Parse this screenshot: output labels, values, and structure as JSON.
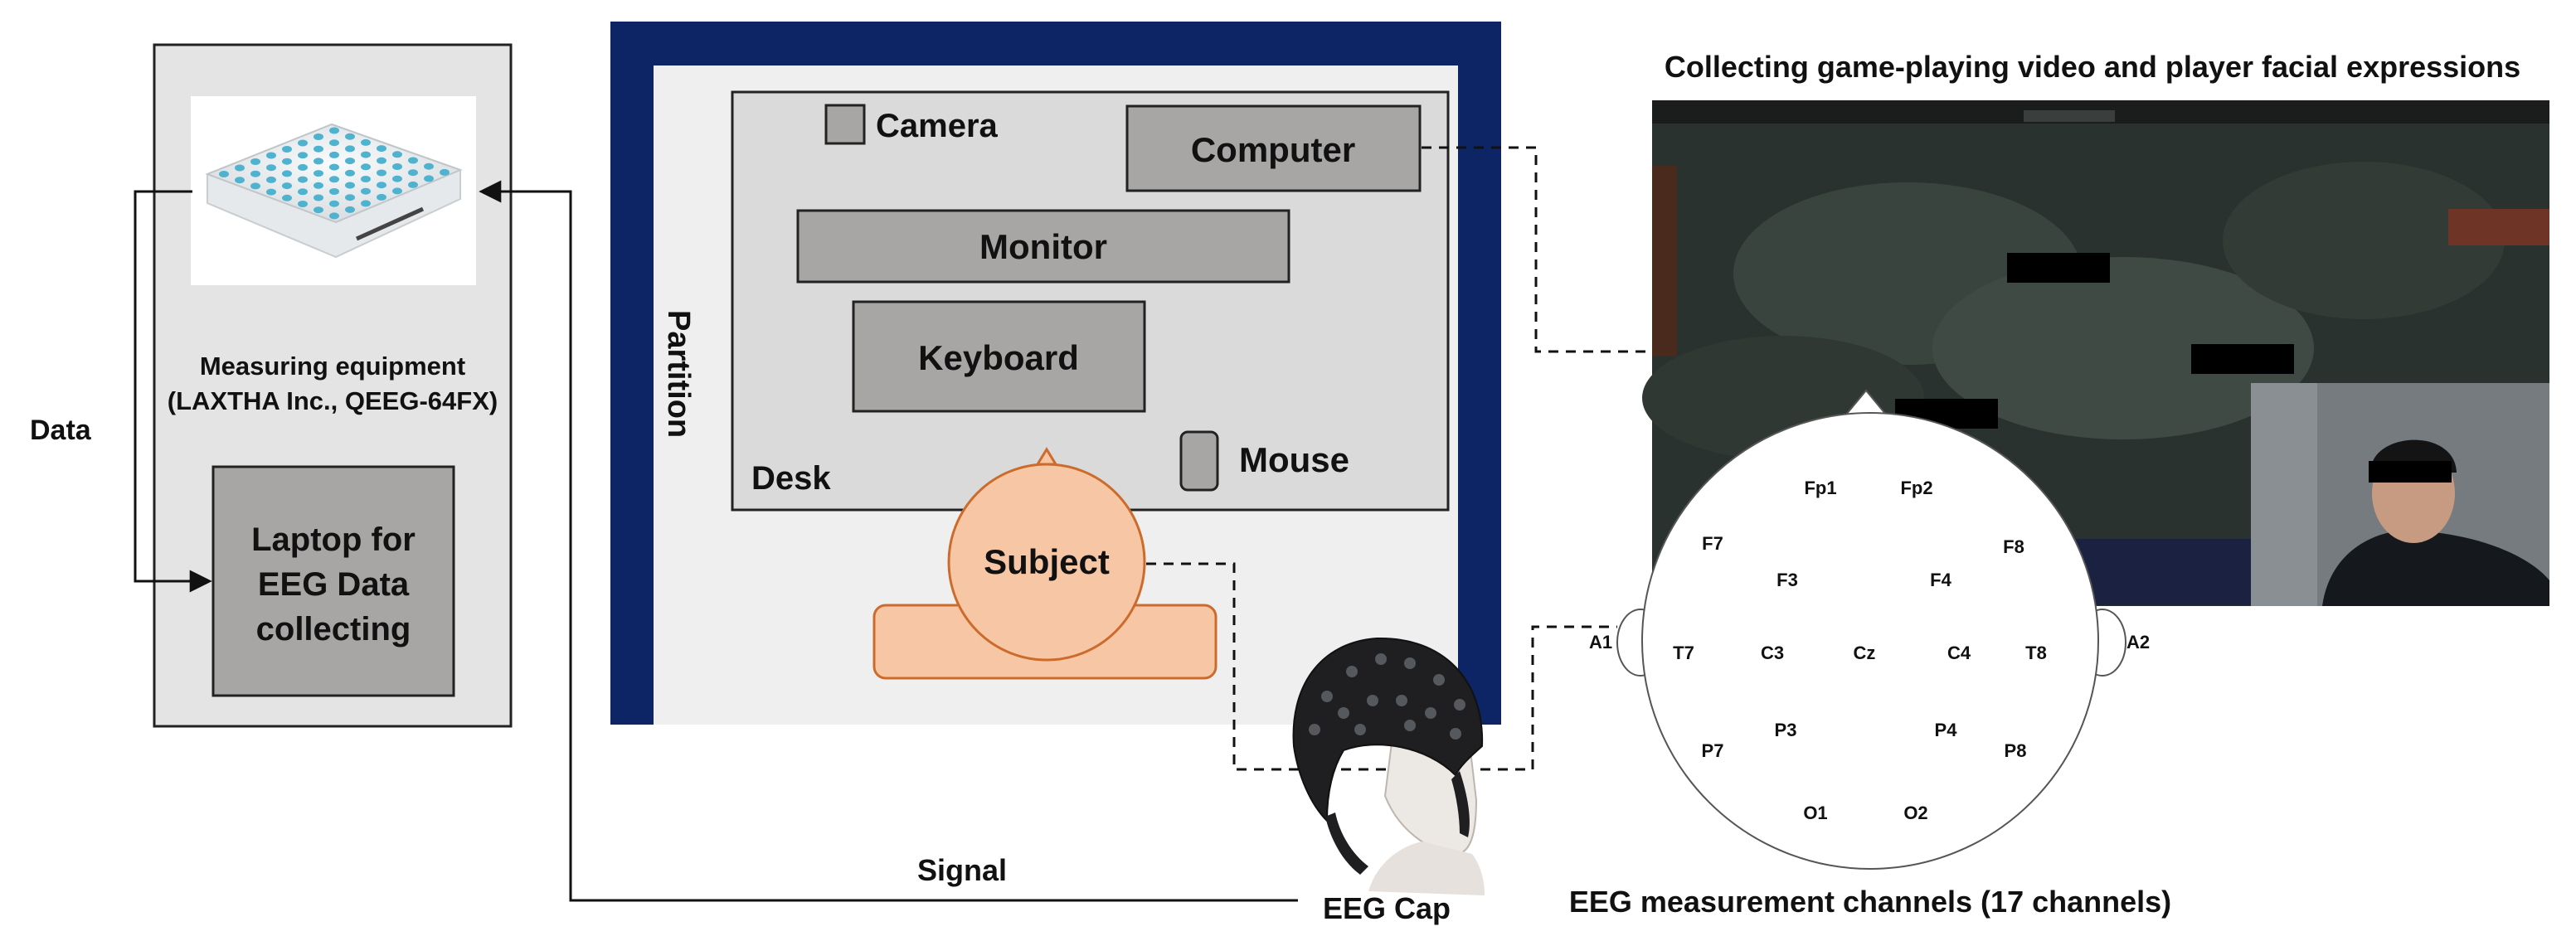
{
  "title": "Collecting game-playing video and player facial expressions",
  "equipment": {
    "label_line1": "Measuring equipment",
    "label_line2": "(LAXTHA Inc., QEEG-64FX)",
    "laptop_line1": "Laptop for",
    "laptop_line2": "EEG Data",
    "laptop_line3": "collecting"
  },
  "arrows": {
    "data": "Data",
    "signal": "Signal"
  },
  "room": {
    "partition": "Partition",
    "desk": "Desk",
    "camera": "Camera",
    "computer": "Computer",
    "monitor": "Monitor",
    "keyboard": "Keyboard",
    "mouse": "Mouse",
    "subject": "Subject"
  },
  "eeg_cap": "EEG Cap",
  "eeg_caption": "EEG measurement channels (17 channels)",
  "eeg_channels": [
    "Fp1",
    "Fp2",
    "F7",
    "F3",
    "F4",
    "F8",
    "T7",
    "C3",
    "Cz",
    "C4",
    "T8",
    "P7",
    "P3",
    "P4",
    "P8",
    "O1",
    "O2"
  ],
  "ear_labels": [
    "A1",
    "A2"
  ],
  "colors": {
    "partition_border": "#0d2565",
    "subject_fill": "#f7c7a5",
    "subject_stroke": "#cc6b2c",
    "box_fill": "#a8a5a5",
    "panel_fill": "#e4e4e4",
    "desk_fill": "#dadada"
  }
}
